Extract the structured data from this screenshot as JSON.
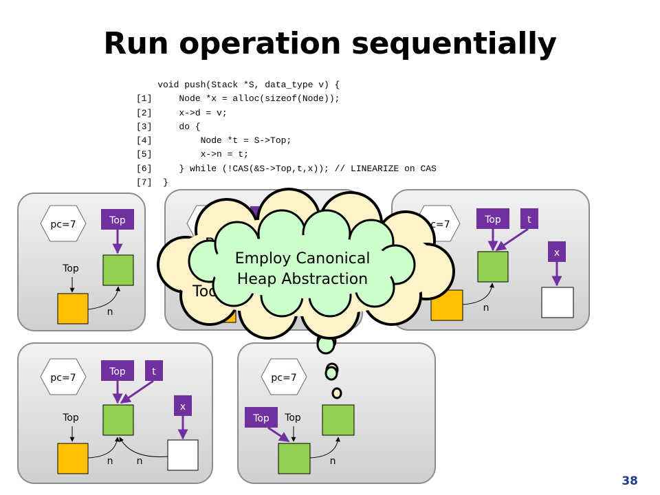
{
  "slide": {
    "title": "Run operation sequentially",
    "page_number": "38"
  },
  "code": {
    "lines": [
      "    void push(Stack *S, data_type v) {",
      "[1]     Node *x = alloc(sizeof(Node));",
      "[2]     x->d = v;",
      "[3]     do {",
      "[4]         Node *t = S->Top;",
      "[5]         x->n = t;",
      "[6]     } while (!CAS(&S->Top,t,x)); // LINEARIZE on CAS",
      "[7]  }"
    ]
  },
  "states": {
    "pc_label": "pc=7",
    "top_label": "Top",
    "t_label": "t",
    "x_label": "x",
    "n_label": "n"
  },
  "clouds": {
    "back_text_1": "Bu",
    "back_text_2": "Too",
    "front_text_line1": "Employ Canonical",
    "front_text_line2": "Heap Abstraction"
  },
  "colors": {
    "panel_fill": "#d9d9d9",
    "green_node": "#92d050",
    "yellow_node": "#ffc000",
    "purple": "#7030a0",
    "cloud_back": "#fdf3c8",
    "cloud_front": "#ccffcc"
  }
}
